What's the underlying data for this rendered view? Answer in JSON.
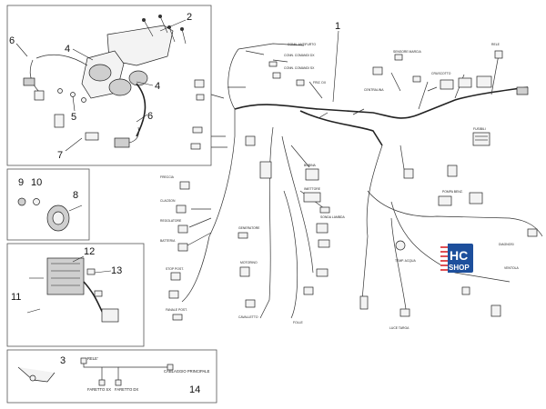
{
  "callouts": {
    "n1": "1",
    "n2": "2",
    "n3": "3",
    "n4a": "4",
    "n4b": "4",
    "n5": "5",
    "n6a": "6",
    "n6b": "6",
    "n7": "7",
    "n8": "8",
    "n9": "9",
    "n10": "10",
    "n11": "11",
    "n12": "12",
    "n13": "13",
    "n14": "14"
  },
  "box14": {
    "rele": "RELE'",
    "cablaggio": "CABLAGGIO PRINCIPALE",
    "faretto_sx": "FARETTO SX",
    "faretto_dx": "FARETTO DX"
  },
  "labels": {
    "l_top1": "CONN. ANTIFURTO",
    "l_top2": "CONN. COMANDI DX",
    "l_top3": "CONN. COMANDI SX",
    "l_fr": "FRIZ. DX",
    "l_sensore": "SENSORE MARCIA",
    "l_relay": "RELE",
    "l_fusib": "FUSIBILI",
    "l_centralina": "CENTRALINA",
    "l_cruscotto": "CRUSCOTTO",
    "l_lambda": "SONDA LAMBDA",
    "l_bobina": "BOBINA",
    "l_iniet": "INIETTORE",
    "l_motor": "MOTORINO",
    "l_stop": "STOP POST.",
    "l_frecc": "FRECCIA",
    "l_clacson": "CLACSON",
    "l_regol": "REGOLATORE",
    "l_batt": "BATTERIA",
    "l_gen": "GENERATORE",
    "l_fanale": "FANALE POST.",
    "l_folle": "FOLLE",
    "l_cav": "CAVALLETTO",
    "l_temp": "TEMP. ACQUA",
    "l_pompa": "POMPA BENZ.",
    "l_diag": "DIAGNOSI",
    "l_ventola": "VENTOLA",
    "l_targa": "LUCE TARGA"
  },
  "logo": {
    "top": "HC",
    "bottom": "SHOP"
  },
  "colors": {
    "logo_red": "#d8232a",
    "logo_blue": "#1d4f9c",
    "line": "#333333"
  }
}
